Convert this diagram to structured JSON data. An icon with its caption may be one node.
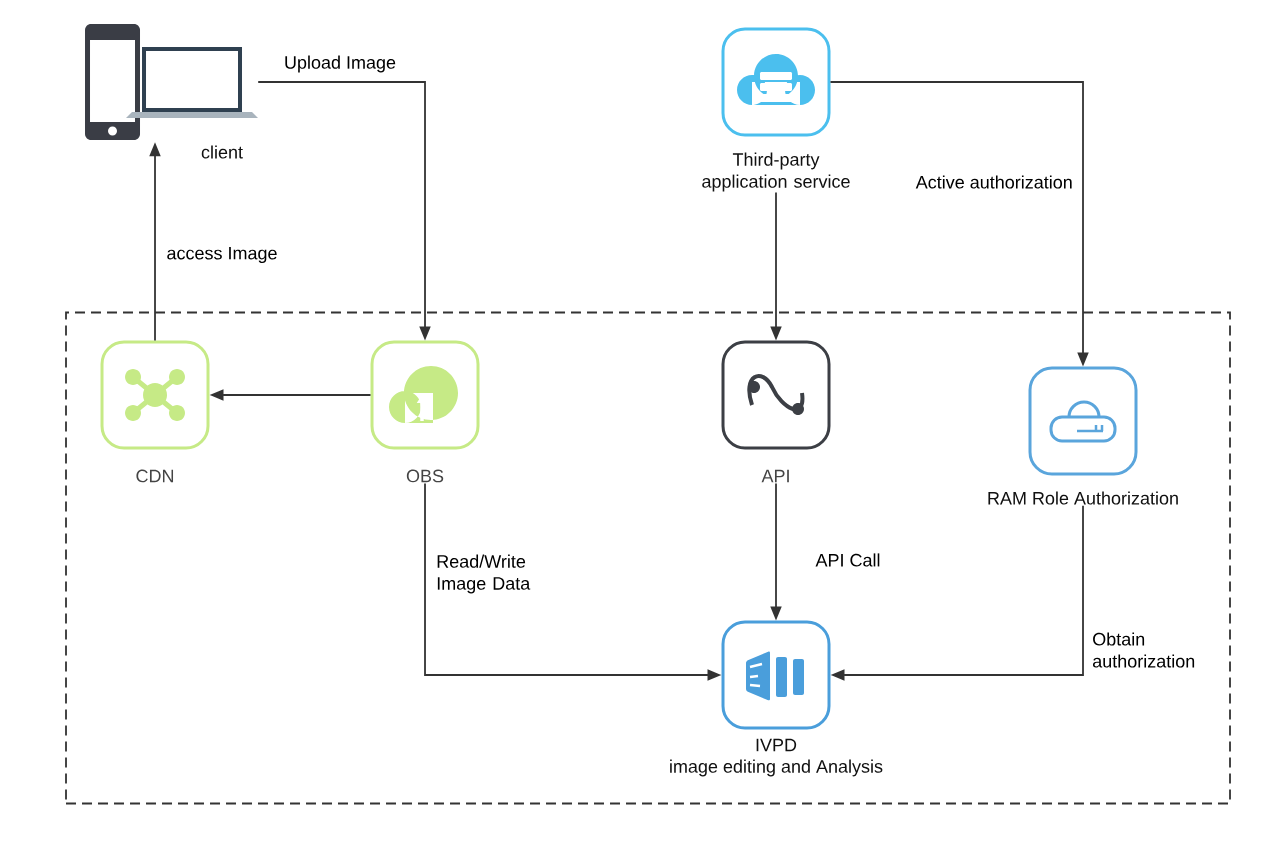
{
  "diagram": {
    "nodes": [
      {
        "text": [
          "client"
        ]
      },
      {
        "text": [
          "Third-party application service"
        ]
      },
      {
        "text": [],
        "shape": "box"
      },
      {
        "text": [
          "CDN"
        ],
        "in": 2
      },
      {
        "text": [
          "OBS"
        ],
        "in": 2
      },
      {
        "text": [
          "API"
        ],
        "in": 2
      },
      {
        "text": [
          "RAM Role Authorization"
        ],
        "in": 2
      },
      {
        "text": [
          "IVPD",
          "image editing and Analysis"
        ],
        "in": 2
      }
    ],
    "edges": [
      {
        "from": 0,
        "to": 4,
        "arrow": "to",
        "label": "Upload Image"
      },
      {
        "from": 3,
        "to": 0,
        "arrow": "to",
        "label": "access Image"
      },
      {
        "from": 4,
        "to": 3,
        "arrow": "to"
      },
      {
        "from": 1,
        "to": 5,
        "arrow": "to"
      },
      {
        "from": 1,
        "to": 6,
        "arrow": "to",
        "label": "Active authorization"
      },
      {
        "from": 5,
        "to": 7,
        "arrow": "to",
        "label": "API Call"
      },
      {
        "from": 4,
        "to": 7,
        "arrow": "to",
        "label": "Read/Write Image Data"
      },
      {
        "from": 6,
        "to": 7,
        "arrow": "to",
        "label": "Obtain authorization"
      }
    ]
  }
}
